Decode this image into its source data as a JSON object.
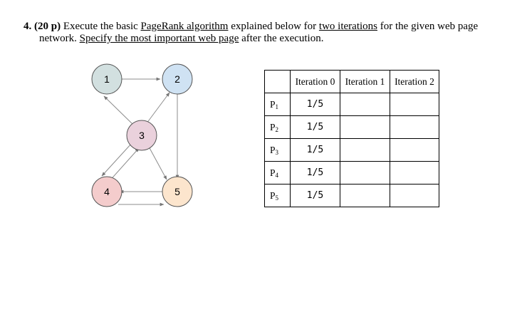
{
  "question": {
    "number": "4.",
    "points": "(20 p)",
    "text_part1": " Execute the basic ",
    "link1": "PageRank algorithm",
    "text_part2": " explained below for ",
    "link2": "two iterations",
    "text_part3": " for the given web page",
    "text_part4": "network. ",
    "link3": "Specify the most important web page",
    "text_part5": " after the execution."
  },
  "graph": {
    "nodes": [
      {
        "label": "1",
        "color": "#d2e0e0"
      },
      {
        "label": "2",
        "color": "#cfe2f3"
      },
      {
        "label": "3",
        "color": "#ead1dc"
      },
      {
        "label": "4",
        "color": "#f4cccc"
      },
      {
        "label": "5",
        "color": "#fce5cd"
      }
    ]
  },
  "table": {
    "headers": [
      "Iteration 0",
      "Iteration 1",
      "Iteration 2"
    ],
    "rows": [
      {
        "page": "P",
        "sub": "1",
        "values": [
          "1/5",
          "",
          ""
        ]
      },
      {
        "page": "P",
        "sub": "2",
        "values": [
          "1/5",
          "",
          ""
        ]
      },
      {
        "page": "P",
        "sub": "3",
        "values": [
          "1/5",
          "",
          ""
        ]
      },
      {
        "page": "P",
        "sub": "4",
        "values": [
          "1/5",
          "",
          ""
        ]
      },
      {
        "page": "P",
        "sub": "5",
        "values": [
          "1/5",
          "",
          ""
        ]
      }
    ]
  }
}
